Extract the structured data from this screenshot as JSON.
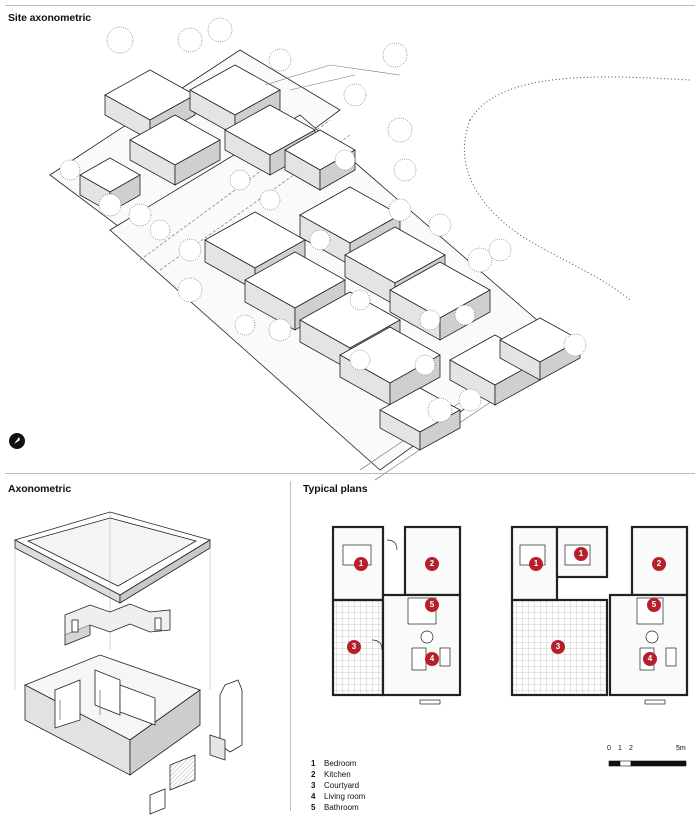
{
  "sections": {
    "site": {
      "title": "Site axonometric"
    },
    "axo": {
      "title": "Axonometric"
    },
    "plans": {
      "title": "Typical plans"
    }
  },
  "legend": [
    {
      "num": "1",
      "label": "Bedroom"
    },
    {
      "num": "2",
      "label": "Kitchen"
    },
    {
      "num": "3",
      "label": "Courtyard"
    },
    {
      "num": "4",
      "label": "Living room"
    },
    {
      "num": "5",
      "label": "Bathroom"
    }
  ],
  "scale_bar": {
    "ticks": [
      "0",
      "1",
      "2",
      "5m"
    ]
  },
  "markers": {
    "plan_a": [
      "1",
      "2",
      "5",
      "3",
      "4"
    ],
    "plan_b": [
      "1",
      "1",
      "2",
      "5",
      "3",
      "4"
    ]
  },
  "colors": {
    "marker": "#b5202c",
    "line": "#222222",
    "rule": "#bdbdbd"
  },
  "north_icon": "north-arrow-icon"
}
